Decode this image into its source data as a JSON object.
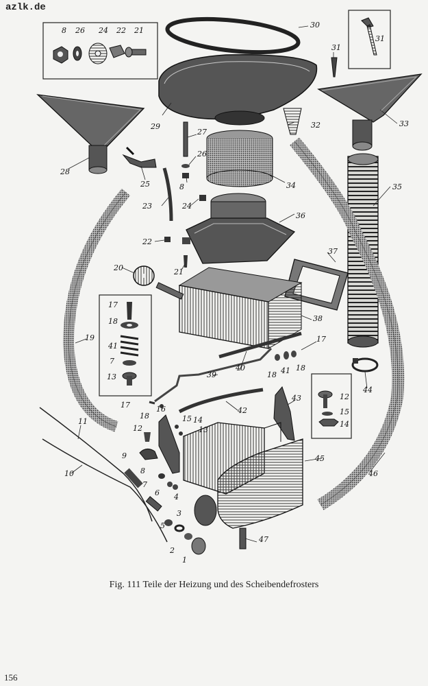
{
  "watermark": "azlk.de",
  "caption": "Fig. 111  Teile der Heizung und des Scheibendefrosters",
  "page_number": "156",
  "part_numbers": [
    "1",
    "2",
    "3",
    "4",
    "5",
    "6",
    "7",
    "8",
    "9",
    "10",
    "11",
    "12",
    "13",
    "14",
    "15",
    "16",
    "17",
    "18",
    "19",
    "20",
    "21",
    "22",
    "23",
    "24",
    "25",
    "26",
    "27",
    "28",
    "29",
    "30",
    "31",
    "32",
    "33",
    "34",
    "35",
    "36",
    "37",
    "38",
    "39",
    "40",
    "41",
    "42",
    "43",
    "44",
    "45",
    "46",
    "47"
  ],
  "inset_top_left": [
    "8",
    "26",
    "24",
    "22",
    "21"
  ],
  "inset_top_right": [
    "31"
  ],
  "inset_left": [
    "17",
    "18",
    "41",
    "7",
    "13"
  ],
  "inset_right": [
    "12",
    "15",
    "14"
  ],
  "extra_labels": {
    "l7b": "7",
    "l8b": "8",
    "l8c": "8",
    "l12b": "12",
    "l14b": "14",
    "l15b": "15",
    "l17b": "17",
    "l17c": "17",
    "l18b": "18",
    "l18c": "18",
    "l18d": "18",
    "l21b": "21",
    "l22b": "22",
    "l24b": "24",
    "l26b": "26",
    "l31b": "31",
    "l41b": "41"
  }
}
